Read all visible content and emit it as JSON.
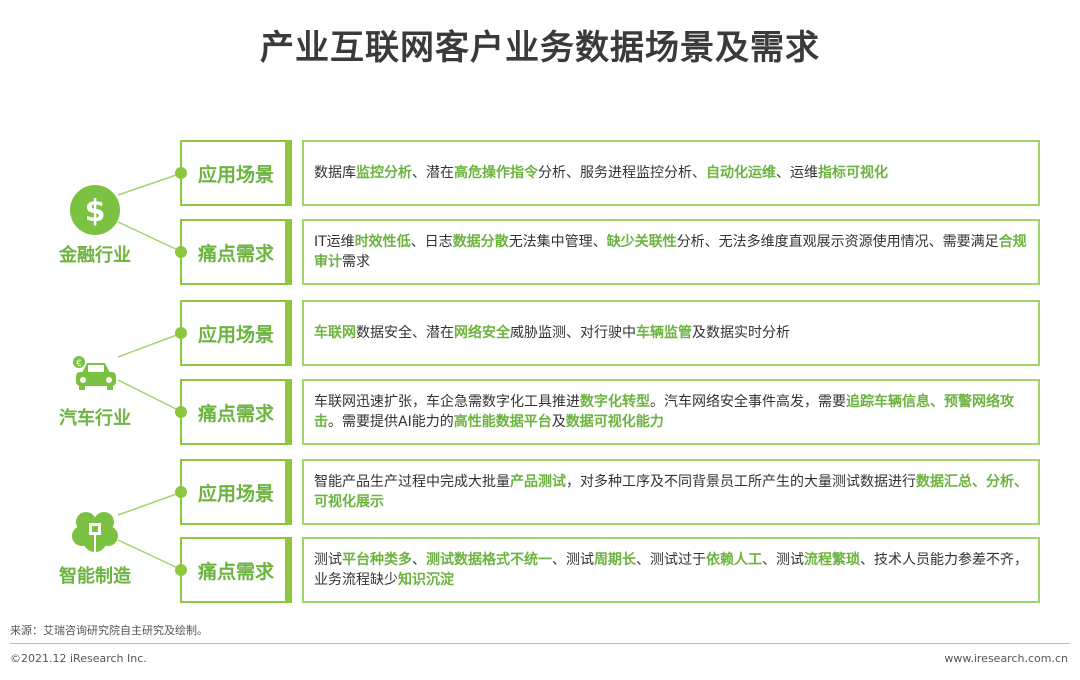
{
  "title": "产业互联网客户业务数据场景及需求",
  "tag_labels": {
    "scene": "应用场景",
    "pain": "痛点需求"
  },
  "industries": [
    {
      "name": "金融行业",
      "icon": "dollar-icon",
      "scene": [
        [
          "数据库",
          false
        ],
        [
          "监控分析",
          true
        ],
        [
          "、潜在",
          false
        ],
        [
          "高危操作指令",
          true
        ],
        [
          "分析、服务进程监控分析、",
          false
        ],
        [
          "自动化运维",
          true
        ],
        [
          "、运维",
          false
        ],
        [
          "指标可视化",
          true
        ]
      ],
      "pain": [
        [
          "IT运维",
          false
        ],
        [
          "时效性低",
          true
        ],
        [
          "、日志",
          false
        ],
        [
          "数据分散",
          true
        ],
        [
          "无法集中管理、",
          false
        ],
        [
          "缺少关联性",
          true
        ],
        [
          "分析、无法多维度直观展示资源使用情况、需要满足",
          false
        ],
        [
          "合规审计",
          true
        ],
        [
          "需求",
          false
        ]
      ]
    },
    {
      "name": "汽车行业",
      "icon": "car-icon",
      "scene": [
        [
          "车联网",
          true
        ],
        [
          "数据安全、潜在",
          false
        ],
        [
          "网络安全",
          true
        ],
        [
          "威胁监测、对行驶中",
          false
        ],
        [
          "车辆监管",
          true
        ],
        [
          "及数据实时分析",
          false
        ]
      ],
      "pain": [
        [
          "车联网迅速扩张，车企急需数字化工具推进",
          false
        ],
        [
          "数字化转型",
          true
        ],
        [
          "。汽车网络安全事件高发，需要",
          false
        ],
        [
          "追踪车辆信息、预警网络攻击",
          true
        ],
        [
          "。需要提供AI能力的",
          false
        ],
        [
          "高性能数据平台",
          true
        ],
        [
          "及",
          false
        ],
        [
          "数据可视化能力",
          true
        ]
      ]
    },
    {
      "name": "智能制造",
      "icon": "brain-chip-icon",
      "scene": [
        [
          "智能产品生产过程中完成大批量",
          false
        ],
        [
          "产品测试",
          true
        ],
        [
          "，对多种工序及不同背景员工所产生的大量测试数据进行",
          false
        ],
        [
          "数据汇总、分析、可视化展示",
          true
        ]
      ],
      "pain": [
        [
          "测试",
          false
        ],
        [
          "平台种类多",
          true
        ],
        [
          "、",
          false
        ],
        [
          "测试数据格式不统一",
          true
        ],
        [
          "、测试",
          false
        ],
        [
          "周期长",
          true
        ],
        [
          "、测试过于",
          false
        ],
        [
          "依赖人工",
          true
        ],
        [
          "、测试",
          false
        ],
        [
          "流程繁琐",
          true
        ],
        [
          "、技术人员能力参差不齐，业务流程缺少",
          false
        ],
        [
          "知识沉淀",
          true
        ]
      ]
    }
  ],
  "footer": {
    "source": "来源：艾瑞咨询研究院自主研究及绘制。",
    "copyright": "©2021.12 iResearch Inc.",
    "website": "www.iresearch.com.cn"
  },
  "colors": {
    "accent": "#7cc242",
    "border": "#9fd46a",
    "text": "#333333"
  }
}
